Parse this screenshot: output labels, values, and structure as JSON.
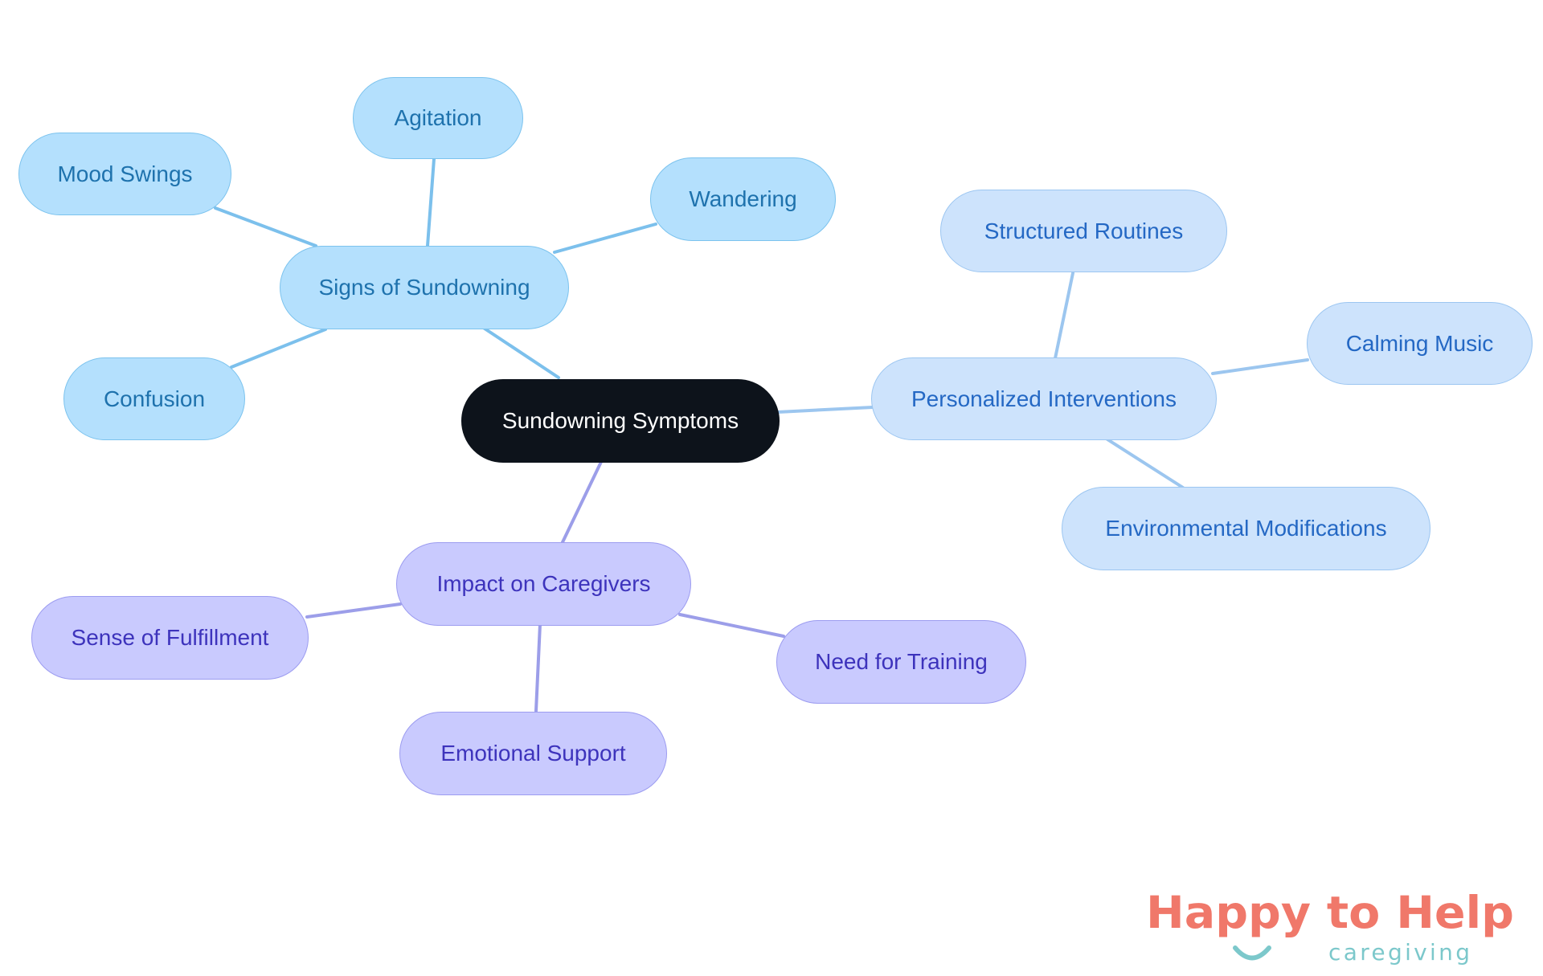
{
  "colors": {
    "root_fill": "#0d131b",
    "signs_fill": "#b4e0fd",
    "signs_stroke": "#7cc3ee",
    "signs_text": "#1e72ad",
    "signs_edge": "#7cc0ec",
    "interventions_fill": "#cde3fc",
    "interventions_stroke": "#9cc6f1",
    "interventions_text": "#2468c4",
    "interventions_edge": "#9cc6ef",
    "caregivers_fill": "#c9cafe",
    "caregivers_stroke": "#9c9cf0",
    "caregivers_text": "#3d33bc",
    "caregivers_edge": "#9c9ee9",
    "logo_coral": "#f0786a",
    "logo_teal": "#7cc8cb"
  },
  "mindmap": {
    "root": "Sundowning Symptoms",
    "branches": [
      {
        "label": "Signs of Sundowning",
        "children": [
          "Agitation",
          "Mood Swings",
          "Wandering",
          "Confusion"
        ]
      },
      {
        "label": "Personalized Interventions",
        "children": [
          "Structured Routines",
          "Calming Music",
          "Environmental Modifications"
        ]
      },
      {
        "label": "Impact on Caregivers",
        "children": [
          "Sense of Fulfillment",
          "Need for Training",
          "Emotional Support"
        ]
      }
    ]
  },
  "logo": {
    "wordmark": "Happy to Help",
    "tagline": "caregiving",
    "icon": "smile-icon"
  }
}
